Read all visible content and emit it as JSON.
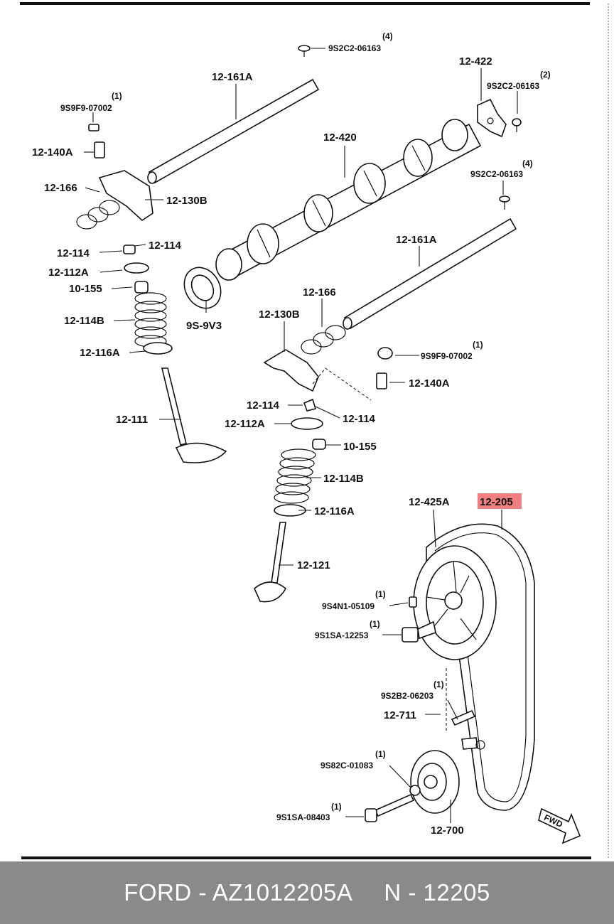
{
  "labels": {
    "qty_screw_top": "(4)",
    "screw_top": "9S2C2-06163",
    "shaft_left": "12-161A",
    "bracket": "12-422",
    "qty_bracket_screw": "(2)",
    "bracket_screw": "9S2C2-06163",
    "qty_nut_left": "(1)",
    "nut_left": "9S9F9-07002",
    "camshaft": "12-420",
    "adj_screw_left": "12-140A",
    "qty_screw_right": "(4)",
    "screw_right": "9S2C2-06163",
    "spring_left": "12-166",
    "rocker_left": "12-130B",
    "keeper_left_a": "12-114",
    "keeper_left_b": "12-114",
    "retainer_left": "12-112A",
    "shaft_right": "12-161A",
    "seal_left": "10-155",
    "valve_spring_left": "12-114B",
    "spring_right": "12-166",
    "oil_seal": "9S-9V3",
    "rocker_right": "12-130B",
    "spring_seat_left": "12-116A",
    "qty_nut_right": "(1)",
    "nut_right": "9S9F9-07002",
    "adj_screw_right": "12-140A",
    "keeper_right_a": "12-114",
    "keeper_right_b": "12-114",
    "intake_valve": "12-111",
    "retainer_right": "12-112A",
    "seal_right": "10-155",
    "valve_spring_right": "12-114B",
    "pulley": "12-425A",
    "belt": "12-205",
    "spring_seat_right": "12-116A",
    "exhaust_valve": "12-121",
    "qty_pin": "(1)",
    "pin": "9S4N1-05109",
    "qty_pulley_bolt": "(1)",
    "pulley_bolt": "9S1SA-12253",
    "qty_tensioner_bolt_small": "(1)",
    "tensioner_bolt_small": "9S2B2-06203",
    "tensioner_spring": "12-711",
    "qty_washer": "(1)",
    "washer": "9S82C-01083",
    "qty_tensioner_bolt": "(1)",
    "tensioner_bolt": "9S1SA-08403",
    "tensioner": "12-700",
    "fwd": "FWD"
  },
  "colors": {
    "highlight": "#f07f7f",
    "footer_bg": "#8a8a8a",
    "footer_text": "#ffffff"
  },
  "footer": {
    "brand_part": "FORD - AZ1012205A",
    "ref": "N - 12205"
  }
}
